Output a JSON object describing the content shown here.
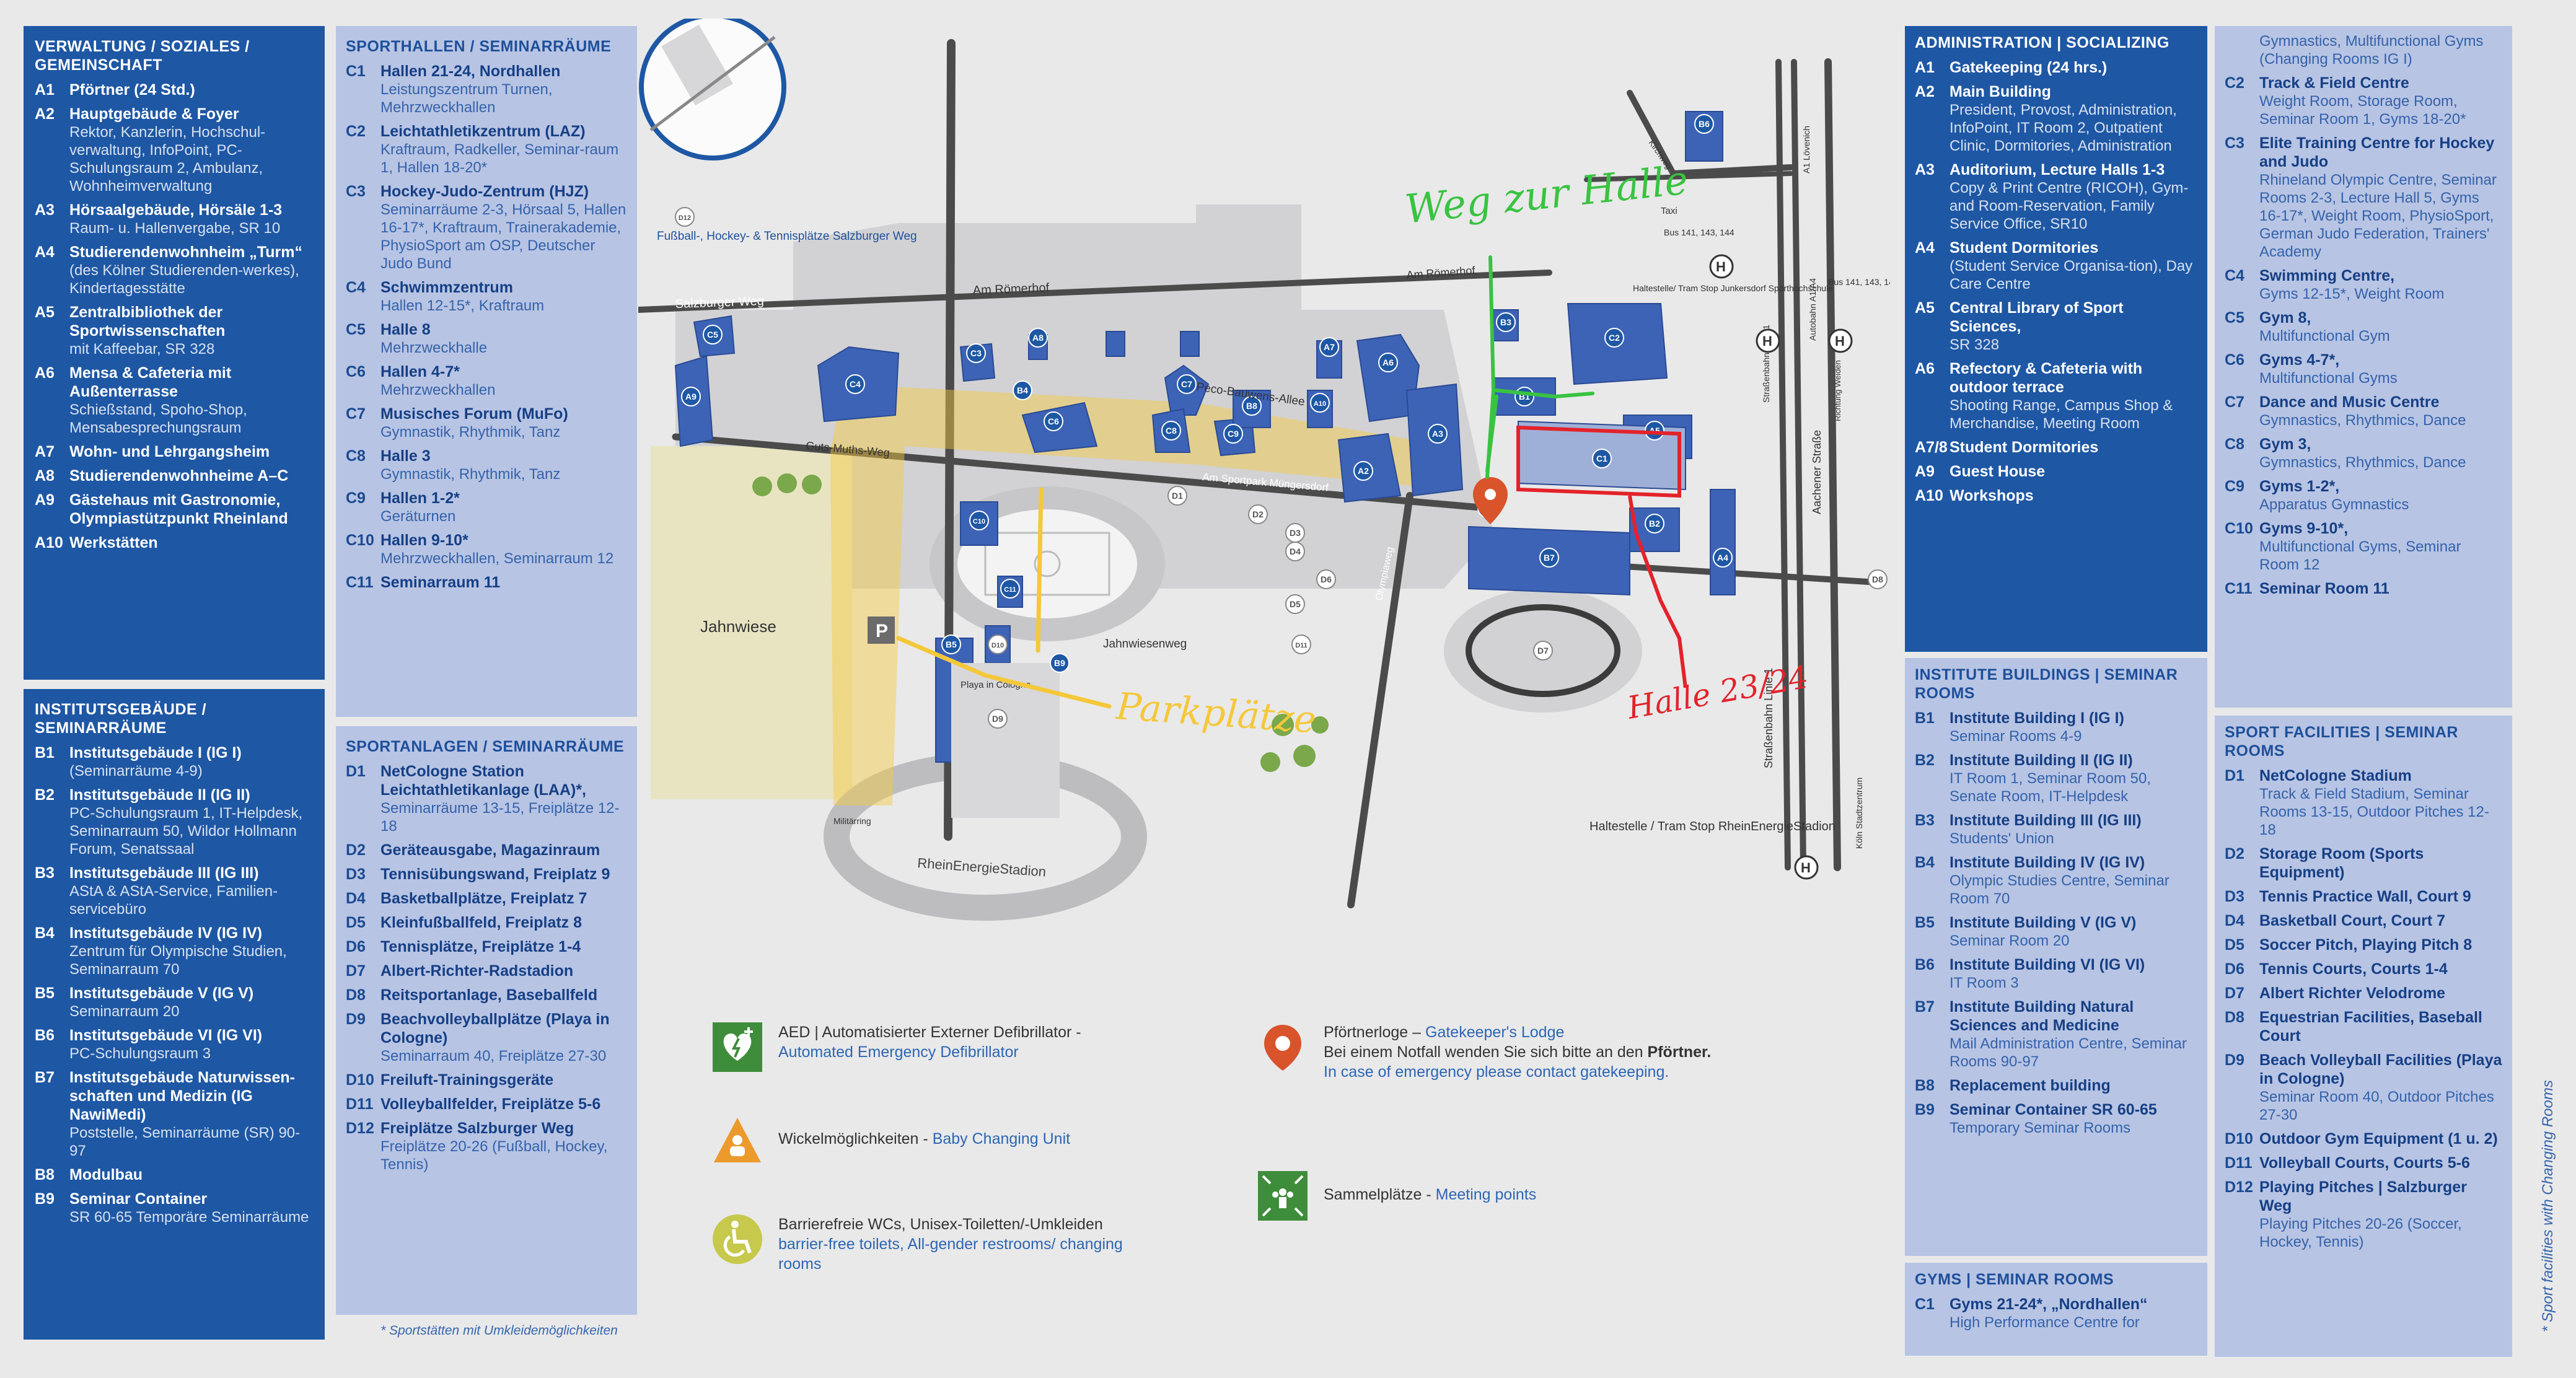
{
  "de_panels": [
    {
      "id": "verwaltung",
      "title": "VERWALTUNG / SOZIALES / GEMEINSCHAFT",
      "style": "dark",
      "entries": [
        {
          "code": "A1",
          "name": "Pförtner (24 Std.)",
          "sub": ""
        },
        {
          "code": "A2",
          "name": "Hauptgebäude & Foyer",
          "sub": "Rektor, Kanzlerin, Hochschul-verwaltung, InfoPoint, PC-Schulungsraum 2, Ambulanz, Wohnheimverwaltung"
        },
        {
          "code": "A3",
          "name": "Hörsaalgebäude, Hörsäle 1-3",
          "sub": "Raum- u. Hallenvergabe, SR 10"
        },
        {
          "code": "A4",
          "name": "Studierendenwohnheim „Turm“",
          "sub": "(des Kölner Studierenden-werkes), Kindertagesstätte"
        },
        {
          "code": "A5",
          "name": "Zentralbibliothek der Sportwissenschaften",
          "sub": "mit Kaffeebar, SR 328"
        },
        {
          "code": "A6",
          "name": "Mensa & Cafeteria mit Außenterrasse",
          "sub": "Schießstand, Spoho-Shop, Mensabesprechungsraum"
        },
        {
          "code": "A7",
          "name": "Wohn- und Lehrgangsheim",
          "sub": ""
        },
        {
          "code": "A8",
          "name": "Studierendenwohnheime A–C",
          "sub": ""
        },
        {
          "code": "A9",
          "name": "Gästehaus mit Gastronomie, Olympiastützpunkt Rheinland",
          "sub": ""
        },
        {
          "code": "A10",
          "name": "Werkstätten",
          "sub": ""
        }
      ]
    },
    {
      "id": "institute",
      "title": "INSTITUTSGEBÄUDE / SEMINARRÄUME",
      "style": "dark",
      "entries": [
        {
          "code": "B1",
          "name": "Institutsgebäude I (IG I)",
          "sub": "(Seminarräume 4-9)"
        },
        {
          "code": "B2",
          "name": "Institutsgebäude II (IG II)",
          "sub": "PC-Schulungsraum 1, IT-Helpdesk, Seminarraum 50, Wildor Hollmann Forum, Senatssaal"
        },
        {
          "code": "B3",
          "name": "Institutsgebäude III (IG III)",
          "sub": "AStA & AStA-Service, Familien-servicebüro"
        },
        {
          "code": "B4",
          "name": "Institutsgebäude IV (IG IV)",
          "sub": "Zentrum für Olympische Studien, Seminarraum 70"
        },
        {
          "code": "B5",
          "name": "Institutsgebäude V (IG V)",
          "sub": "Seminarraum 20"
        },
        {
          "code": "B6",
          "name": "Institutsgebäude VI (IG VI)",
          "sub": "PC-Schulungsraum 3"
        },
        {
          "code": "B7",
          "name": "Institutsgebäude Naturwissen-schaften und Medizin (IG NawiMedi)",
          "sub": "Poststelle, Seminarräume (SR) 90-97"
        },
        {
          "code": "B8",
          "name": "Modulbau",
          "sub": ""
        },
        {
          "code": "B9",
          "name": "Seminar Container",
          "sub": "SR 60-65 Temporäre Seminarräume"
        }
      ]
    },
    {
      "id": "sporthallen",
      "title": "SPORTHALLEN / SEMINARRÄUME",
      "style": "light",
      "entries": [
        {
          "code": "C1",
          "name": "Hallen 21-24, Nordhallen",
          "sub": "Leistungszentrum Turnen, Mehrzweckhallen"
        },
        {
          "code": "C2",
          "name": "Leichtathletikzentrum (LAZ)",
          "sub": "Kraftraum, Radkeller, Seminar-raum 1, Hallen 18-20*"
        },
        {
          "code": "C3",
          "name": "Hockey-Judo-Zentrum (HJZ)",
          "sub": "Seminarräume 2-3, Hörsaal 5, Hallen 16-17*, Kraftraum, Trainerakademie, PhysioSport am OSP, Deutscher Judo Bund"
        },
        {
          "code": "C4",
          "name": "Schwimmzentrum",
          "sub": "Hallen 12-15*, Kraftraum"
        },
        {
          "code": "C5",
          "name": "Halle 8",
          "sub": "Mehrzweckhalle"
        },
        {
          "code": "C6",
          "name": "Hallen 4-7*",
          "sub": "Mehrzweckhallen"
        },
        {
          "code": "C7",
          "name": "Musisches Forum (MuFo)",
          "sub": "Gymnastik, Rhythmik, Tanz"
        },
        {
          "code": "C8",
          "name": "Halle 3",
          "sub": "Gymnastik, Rhythmik, Tanz"
        },
        {
          "code": "C9",
          "name": "Hallen 1-2*",
          "sub": "Geräturnen"
        },
        {
          "code": "C10",
          "name": "Hallen 9-10*",
          "sub": "Mehrzweckhallen, Seminarraum 12"
        },
        {
          "code": "C11",
          "name": "Seminarraum 11",
          "sub": ""
        }
      ]
    },
    {
      "id": "sportanlagen",
      "title": "SPORTANLAGEN / SEMINARRÄUME",
      "style": "light",
      "entries": [
        {
          "code": "D1",
          "name": "NetCologne Station Leichtathletikanlage (LAA)*,",
          "sub": "Seminarräume 13-15, Freiplätze 12-18"
        },
        {
          "code": "D2",
          "name": "Geräteausgabe, Magazinraum",
          "sub": ""
        },
        {
          "code": "D3",
          "name": "Tennisübungswand, Freiplatz 9",
          "sub": ""
        },
        {
          "code": "D4",
          "name": "Basketballplätze, Freiplatz 7",
          "sub": ""
        },
        {
          "code": "D5",
          "name": "Kleinfußballfeld, Freiplatz 8",
          "sub": ""
        },
        {
          "code": "D6",
          "name": "Tennisplätze, Freiplätze 1-4",
          "sub": ""
        },
        {
          "code": "D7",
          "name": "Albert-Richter-Radstadion",
          "sub": ""
        },
        {
          "code": "D8",
          "name": "Reitsportanlage, Baseballfeld",
          "sub": ""
        },
        {
          "code": "D9",
          "name": "Beachvolleyballplätze (Playa in Cologne)",
          "sub": "Seminarraum 40, Freiplätze 27-30"
        },
        {
          "code": "D10",
          "name": "Freiluft-Trainingsgeräte",
          "sub": ""
        },
        {
          "code": "D11",
          "name": "Volleyballfelder, Freiplätze 5-6",
          "sub": ""
        },
        {
          "code": "D12",
          "name": "Freiplätze Salzburger Weg",
          "sub": "Freiplätze 20-26 (Fußball, Hockey, Tennis)"
        }
      ]
    }
  ],
  "de_footnote": "* Sportstätten mit Umkleidemöglichkeiten",
  "en_panels": [
    {
      "id": "admin",
      "title": "ADMINISTRATION | SOCIALIZING",
      "style": "dark",
      "entries": [
        {
          "code": "A1",
          "name": "Gatekeeping (24 hrs.)",
          "sub": ""
        },
        {
          "code": "A2",
          "name": "Main Building",
          "sub": "President, Provost, Administration, InfoPoint, IT Room 2, Outpatient Clinic, Dormitories, Administration"
        },
        {
          "code": "A3",
          "name": "Auditorium, Lecture Halls 1-3",
          "sub": "Copy & Print Centre (RICOH), Gym- and Room-Reservation, Family Service Office, SR10"
        },
        {
          "code": "A4",
          "name": "Student Dormitories",
          "sub": "(Student Service Organisa-tion), Day Care Centre"
        },
        {
          "code": "A5",
          "name": "Central Library of Sport Sciences,",
          "sub": "SR 328"
        },
        {
          "code": "A6",
          "name": "Refectory & Cafeteria with outdoor terrace",
          "sub": "Shooting Range, Campus Shop & Merchandise, Meeting Room"
        },
        {
          "code": "A7/8",
          "name": "Student Dormitories",
          "sub": ""
        },
        {
          "code": "A9",
          "name": "Guest House",
          "sub": ""
        },
        {
          "code": "A10",
          "name": "Workshops",
          "sub": ""
        }
      ]
    },
    {
      "id": "inst_en",
      "title": "INSTITUTE BUILDINGS | SEMINAR ROOMS",
      "style": "light",
      "entries": [
        {
          "code": "B1",
          "name": "Institute Building I (IG I)",
          "sub": "Seminar Rooms 4-9"
        },
        {
          "code": "B2",
          "name": "Institute Building II (IG II)",
          "sub": "IT Room 1, Seminar Room 50, Senate Room, IT-Helpdesk"
        },
        {
          "code": "B3",
          "name": "Institute Building III (IG III)",
          "sub": "Students' Union"
        },
        {
          "code": "B4",
          "name": "Institute Building IV (IG IV)",
          "sub": "Olympic Studies Centre, Seminar Room 70"
        },
        {
          "code": "B5",
          "name": "Institute Building V (IG V)",
          "sub": "Seminar Room 20"
        },
        {
          "code": "B6",
          "name": "Institute Building VI (IG VI)",
          "sub": "IT Room 3"
        },
        {
          "code": "B7",
          "name": "Institute Building Natural Sciences and Medicine",
          "sub": "Mail Administration Centre, Seminar Rooms 90-97"
        },
        {
          "code": "B8",
          "name": "Replacement building",
          "sub": ""
        },
        {
          "code": "B9",
          "name": "Seminar Container SR 60-65",
          "sub": "Temporary Seminar Rooms"
        }
      ]
    },
    {
      "id": "gyms_en",
      "title": "GYMS | SEMINAR ROOMS",
      "style": "light",
      "entries": [
        {
          "code": "C1",
          "name": "Gyms 21-24*, „Nordhallen“",
          "sub": "High Performance Centre for"
        }
      ]
    },
    {
      "id": "gyms_cont",
      "title": "",
      "style": "light",
      "entries": [
        {
          "code": "",
          "name": "",
          "sub": "Gymnastics, Multifunctional Gyms (Changing Rooms IG I)"
        },
        {
          "code": "C2",
          "name": "Track & Field Centre",
          "sub": "Weight Room, Storage Room, Seminar Room 1, Gyms 18-20*"
        },
        {
          "code": "C3",
          "name": "Elite Training Centre for Hockey and Judo",
          "sub": "Rhineland Olympic Centre, Seminar Rooms 2-3, Lecture Hall 5, Gyms 16-17*, Weight Room, PhysioSport, German Judo Federation, Trainers' Academy"
        },
        {
          "code": "C4",
          "name": "Swimming Centre,",
          "sub": "Gyms 12-15*, Weight Room"
        },
        {
          "code": "C5",
          "name": "Gym 8,",
          "sub": "Multifunctional Gym"
        },
        {
          "code": "C6",
          "name": "Gyms 4-7*,",
          "sub": "Multifunctional Gyms"
        },
        {
          "code": "C7",
          "name": "Dance and Music Centre",
          "sub": "Gymnastics, Rhythmics, Dance"
        },
        {
          "code": "C8",
          "name": "Gym 3,",
          "sub": "Gymnastics, Rhythmics, Dance"
        },
        {
          "code": "C9",
          "name": "Gyms 1-2*,",
          "sub": "Apparatus Gymnastics"
        },
        {
          "code": "C10",
          "name": "Gyms 9-10*,",
          "sub": "Multifunctional Gyms, Seminar Room 12"
        },
        {
          "code": "C11",
          "name": "Seminar Room 11",
          "sub": ""
        }
      ]
    },
    {
      "id": "sportfac_en",
      "title": "SPORT FACILITIES | SEMINAR ROOMS",
      "style": "light",
      "entries": [
        {
          "code": "D1",
          "name": "NetCologne Stadium",
          "sub": "Track & Field Stadium, Seminar Rooms 13-15, Outdoor Pitches 12-18"
        },
        {
          "code": "D2",
          "name": "Storage Room (Sports Equipment)",
          "sub": ""
        },
        {
          "code": "D3",
          "name": "Tennis Practice Wall, Court 9",
          "sub": ""
        },
        {
          "code": "D4",
          "name": "Basketball Court, Court 7",
          "sub": ""
        },
        {
          "code": "D5",
          "name": "Soccer Pitch, Playing Pitch 8",
          "sub": ""
        },
        {
          "code": "D6",
          "name": "Tennis Courts, Courts 1-4",
          "sub": ""
        },
        {
          "code": "D7",
          "name": "Albert Richter Velodrome",
          "sub": ""
        },
        {
          "code": "D8",
          "name": "Equestrian Facilities, Baseball Court",
          "sub": ""
        },
        {
          "code": "D9",
          "name": "Beach Volleyball Facilities (Playa in Cologne)",
          "sub": "Seminar Room 40, Outdoor Pitches 27-30"
        },
        {
          "code": "D10",
          "name": "Outdoor Gym Equipment (1 u. 2)",
          "sub": ""
        },
        {
          "code": "D11",
          "name": "Volleyball Courts, Courts 5-6",
          "sub": ""
        },
        {
          "code": "D12",
          "name": "Playing Pitches | Salzburger Weg",
          "sub": "Playing Pitches 20-26 (Soccer, Hockey, Tennis)"
        }
      ]
    }
  ],
  "en_footnote_vertical": "* Sport facilities with Changing Rooms",
  "legend": {
    "aed_de": "AED | Automatisierter Externer Defibrillator -",
    "aed_en": "Automated Emergency Defibrillator",
    "baby_de": "Wickelmöglichkeiten -",
    "baby_en": "Baby Changing Unit",
    "wc_de": "Barrierefreie WCs, Unisex-Toiletten/-Umkleiden",
    "wc_en": "barrier-free toilets, All-gender restrooms/ changing rooms",
    "gate_de_1": "Pförtnerloge –",
    "gate_en_1": "Gatekeeper's Lodge",
    "gate_de_2": "Bei einem Notfall wenden Sie sich bitte an den",
    "gate_de_2b": "Pförtner.",
    "gate_en_2": "In case of emergency please contact gatekeeping.",
    "meet_de": "Sammelplätze -",
    "meet_en": "Meeting points"
  },
  "map": {
    "streets": {
      "salzburger_weg": "Salzburger Weg",
      "am_roemerhof": "Am Römerhof",
      "am_roemerhof2": "Am Römerhof",
      "guts_muths": "Guts-Muths-Weg",
      "peco_bauwens": "Peco-Bauwens-Allee",
      "am_sportpark": "Am Sportpark Müngersdorf",
      "jahnwiesenweg": "Jahnwiesenweg",
      "olympiaweg": "Olympiaweg",
      "strassenbahn": "Straßenbahn Linie 1",
      "strassenbahn2": "Straßenbahn Linie 1",
      "aachener": "Aachener Straße",
      "autobahn": "Autobahn A1/A4",
      "militaerring": "Militärring",
      "koeln_stadtzentrum": "Köln Stadtzentrum",
      "loevenich": "A1 Lövenich",
      "richtung_weiden": "Richtung Weiden",
      "kirchweg": "Kirchweg"
    },
    "places": {
      "jahnwiese": "Jahnwiese",
      "stadion": "RheinEnergieStadion",
      "playa": "Playa in Cologne",
      "inset": "Fußball-, Hockey- & Tennisplätze Salzburger Weg",
      "taxi": "Taxi",
      "bus1": "Bus 141, 143, 144",
      "bus2": "Bus 141, 143, 144",
      "tram": "Haltestelle/ Tram Stop Junkersdorf Sporthochschule",
      "stop_stadion": "Haltestelle / Tram Stop RheinEnergieStadion",
      "parking": "P"
    },
    "labels": [
      "A1",
      "A2",
      "A3",
      "A4",
      "A5",
      "A6",
      "A7",
      "A8",
      "A9",
      "A10",
      "B1",
      "B2",
      "B3",
      "B4",
      "B5",
      "B6",
      "B7",
      "B8",
      "B9",
      "C1",
      "C2",
      "C3",
      "C4",
      "C5",
      "C6",
      "C7",
      "C8",
      "C9",
      "C10",
      "C11",
      "D1",
      "D2",
      "D3",
      "D4",
      "D5",
      "D6",
      "D7",
      "D8",
      "D9",
      "D10",
      "D11",
      "D12"
    ],
    "annotations": {
      "green": "Weg zur Halle",
      "yellow": "Parkplätze",
      "red": "Halle 23/24"
    }
  },
  "colors": {
    "dark_panel": "#1e57a4",
    "light_panel": "#b7c4e4",
    "building": "#3d63b7",
    "road": "#4b4b4b",
    "annotation_green": "#39c341",
    "annotation_yellow": "#f5c83a",
    "annotation_red": "#e4222a"
  }
}
